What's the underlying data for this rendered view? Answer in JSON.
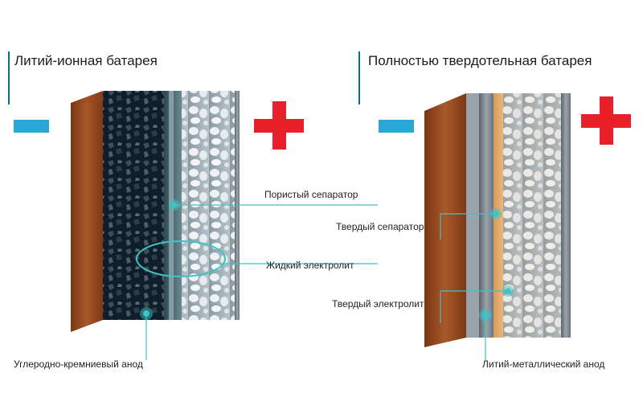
{
  "left_panel": {
    "title": "Литий-ионная батарея",
    "negative_sign": "minus",
    "positive_sign": "plus",
    "labels": {
      "porous_separator": "Пористый сепаратор",
      "liquid_electrolyte": "Жидкий электролит",
      "anode": "Углеродно-кремниевый анод"
    }
  },
  "right_panel": {
    "title": "Полностью твердотельная батарея",
    "negative_sign": "minus",
    "positive_sign": "plus",
    "labels": {
      "solid_separator": "Твердый сепаратор",
      "solid_electrolyte": "Твердый электролит",
      "anode": "Литий-металлический анод"
    }
  },
  "colors": {
    "accent_teal": "#3ec3c6",
    "title_bar": "#0d6f7a",
    "minus_blue": "#2ba6d9",
    "plus_red": "#e8202a",
    "copper": "#9b4b1f",
    "copper_dark": "#6e3212"
  }
}
